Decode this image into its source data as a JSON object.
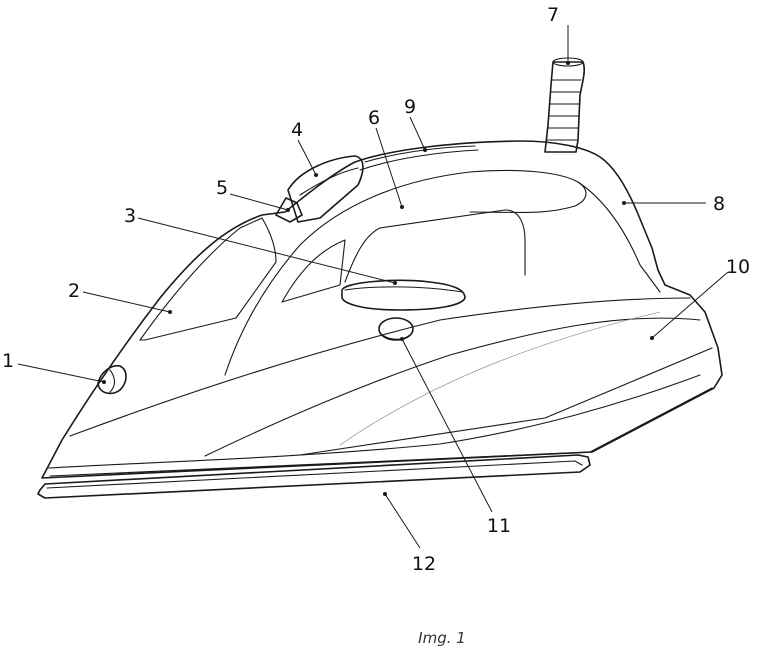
{
  "callouts": [
    {
      "id": "1",
      "label": "1"
    },
    {
      "id": "2",
      "label": "2"
    },
    {
      "id": "3",
      "label": "3"
    },
    {
      "id": "4",
      "label": "4"
    },
    {
      "id": "5",
      "label": "5"
    },
    {
      "id": "6",
      "label": "6"
    },
    {
      "id": "7",
      "label": "7"
    },
    {
      "id": "8",
      "label": "8"
    },
    {
      "id": "9",
      "label": "9"
    },
    {
      "id": "10",
      "label": "10"
    },
    {
      "id": "11",
      "label": "11"
    },
    {
      "id": "12",
      "label": "12"
    }
  ],
  "caption": "Img. 1",
  "colors": {
    "line": "#1a1a1a",
    "background": "#ffffff"
  }
}
